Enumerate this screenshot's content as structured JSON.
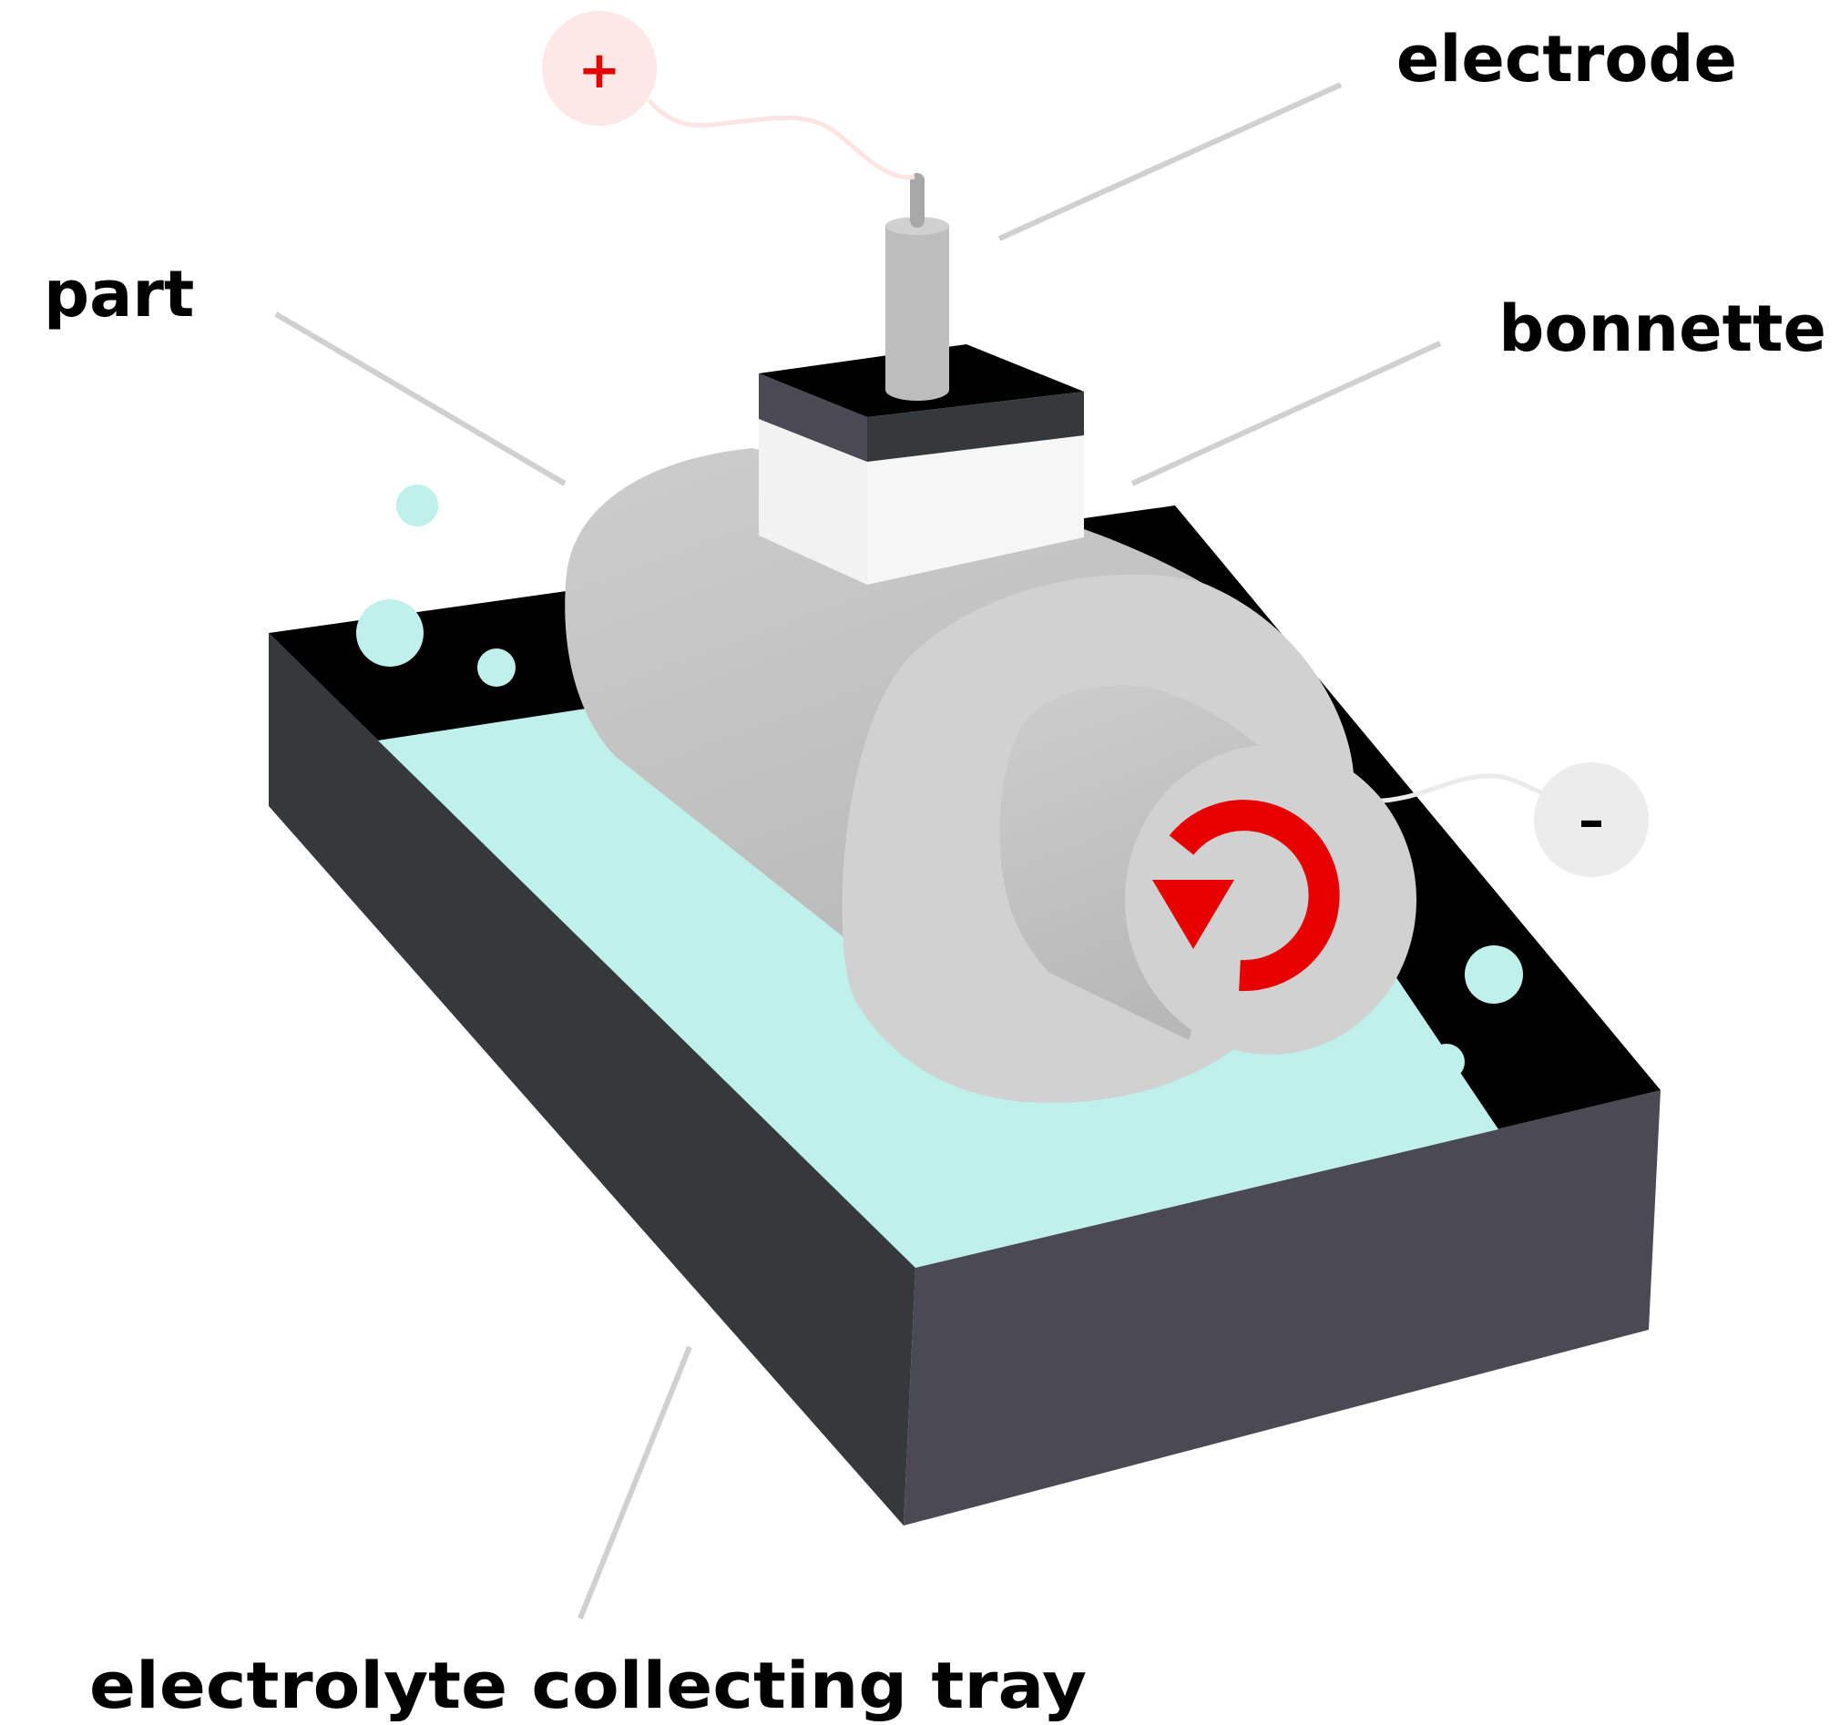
{
  "labels": {
    "electrode": "electrode",
    "part": "part",
    "bonnette": "bonnette",
    "tray": "electrolyte collecting tray"
  },
  "terminals": {
    "positive": "+",
    "negative": "–"
  },
  "icons": {
    "rotation": "rotation-arrow-icon"
  },
  "colors": {
    "electrolyte": "#bff0eb",
    "tray_side_left": "#35393c",
    "tray_side_front": "#4a4954",
    "tray_rim": "#000000",
    "part": "#cfcfcf",
    "rotation_arrow": "#e60000",
    "positive_terminal_bg": "#fde8e8",
    "negative_terminal_bg": "#ececec",
    "leader_line": "#d0d0d0"
  }
}
